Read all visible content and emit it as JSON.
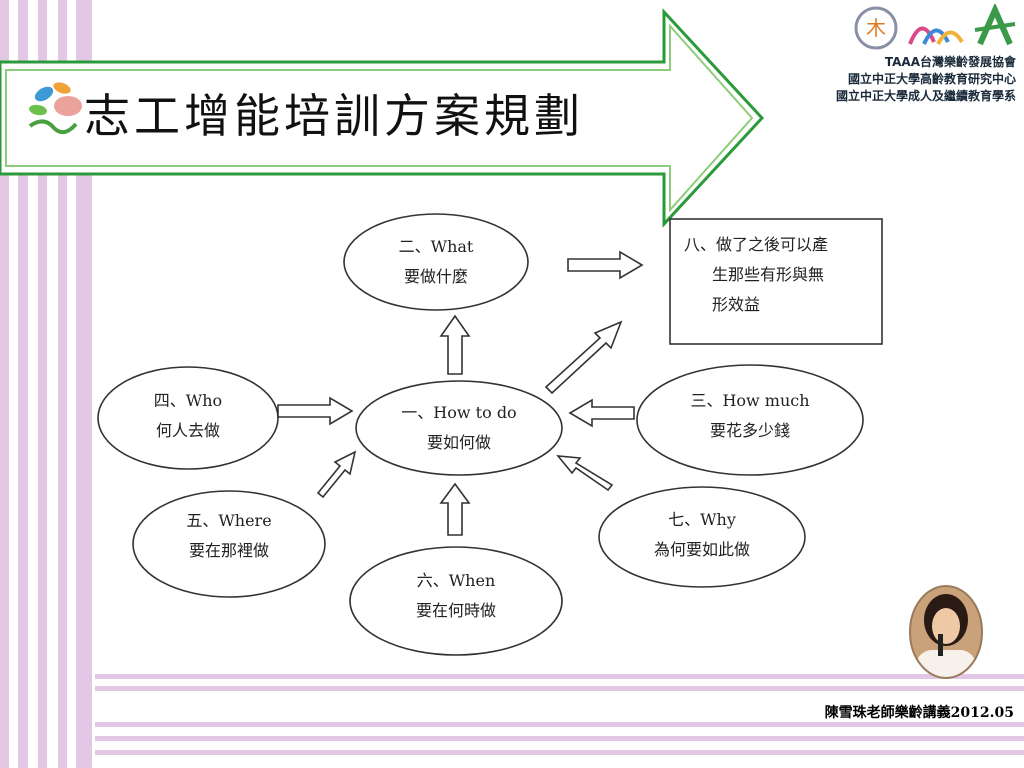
{
  "slide": {
    "title": "志工增能培訓方案規劃",
    "organization_lines": [
      "TAAA台灣樂齡發展協會",
      "國立中正大學高齡教育研究中心",
      "國立中正大學成人及繼續教育學系"
    ],
    "footer": "陳雪珠老師樂齡講義2012.05",
    "icons": [
      "leaf-logo-icon",
      "taaa-logo-icon",
      "university-logo-icon",
      "presenter-photo"
    ],
    "colors": {
      "arrow_border": "#2a9a3a",
      "stripe": "#e2c8e4"
    }
  },
  "diagram": {
    "nodes": {
      "center": {
        "line1": "一、How to do",
        "line2": "要如何做"
      },
      "what": {
        "line1": "二、What",
        "line2": "要做什麼"
      },
      "howmuch": {
        "line1": "三、How much",
        "line2": "要花多少錢"
      },
      "who": {
        "line1": "四、Who",
        "line2": "何人去做"
      },
      "where": {
        "line1": "五、Where",
        "line2": "要在那裡做"
      },
      "when": {
        "line1": "六、When",
        "line2": "要在何時做"
      },
      "why": {
        "line1": "七、Why",
        "line2": "為何要如此做"
      }
    },
    "outcome_box": {
      "line1": "八、做了之後可以產",
      "line2": "生那些有形與無",
      "line3": "形效益"
    }
  }
}
